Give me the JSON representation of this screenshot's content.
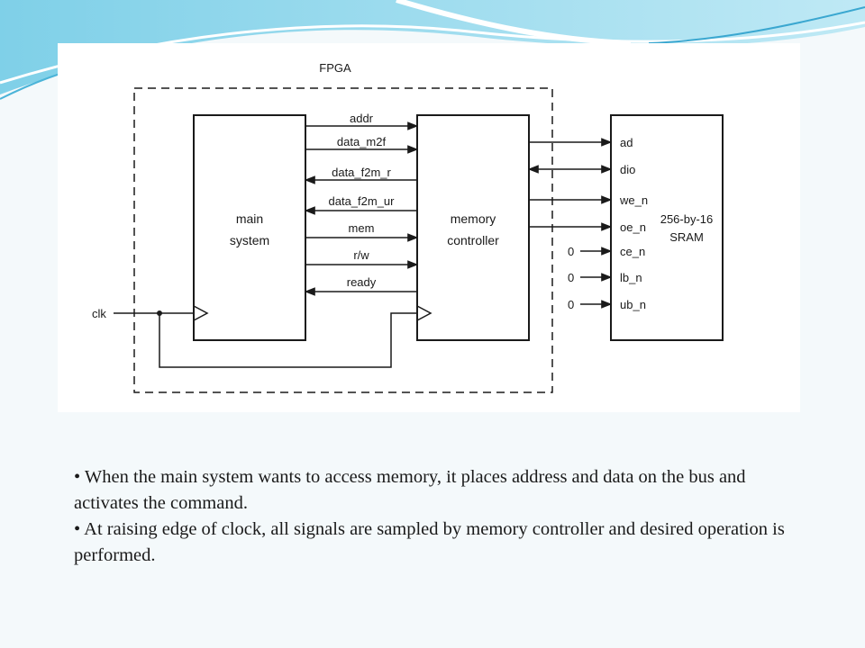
{
  "diagram": {
    "fpga_label": "FPGA",
    "main_system": {
      "line1": "main",
      "line2": "system"
    },
    "memory_controller": {
      "line1": "memory",
      "line2": "controller"
    },
    "sram": {
      "line1": "256-by-16",
      "line2": "SRAM"
    },
    "clk_label": "clk",
    "bus_signals": [
      "addr",
      "data_m2f",
      "data_f2m_r",
      "data_f2m_ur",
      "mem",
      "r/w",
      "ready"
    ],
    "sram_ports": [
      "ad",
      "dio",
      "we_n",
      "oe_n",
      "ce_n",
      "lb_n",
      "ub_n"
    ],
    "tied_low_value": "0"
  },
  "bullets": [
    "•  When the main system wants to access memory, it places address and data on the bus and activates the command.",
    "• At raising edge of clock, all signals are sampled by memory controller and desired operation is performed."
  ]
}
